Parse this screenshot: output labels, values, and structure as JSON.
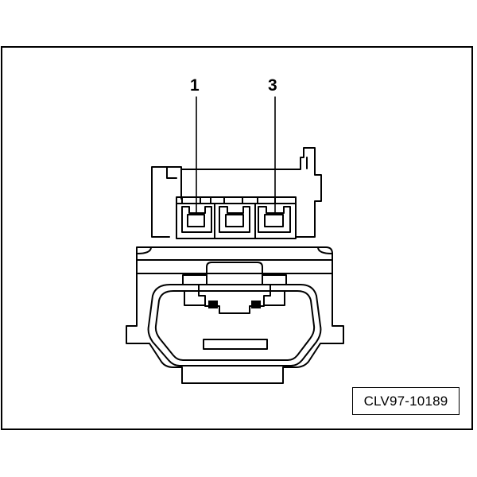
{
  "diagram": {
    "pin_labels": [
      "1",
      "3"
    ],
    "reference_code": "CLV97-10189"
  }
}
